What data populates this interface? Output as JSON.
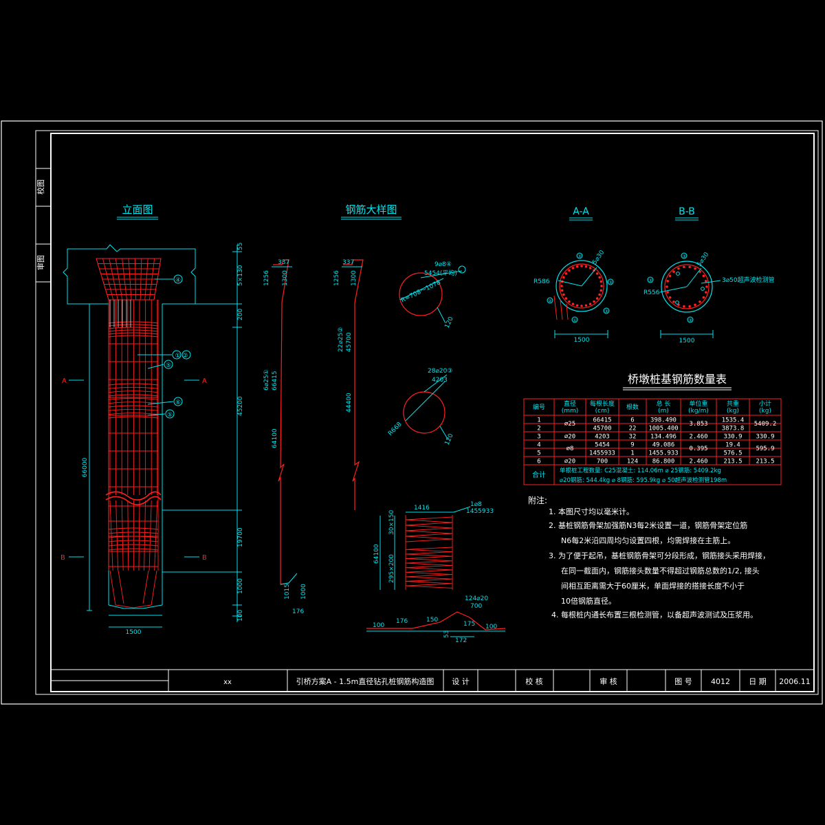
{
  "colors": {
    "background": "#000000",
    "frame": "#ffffff",
    "cyan": "#00e5ee",
    "rebar": "#ff2020",
    "note": "#ffffff",
    "table_line": "#ff2020",
    "table_text": "#ffffff"
  },
  "sidebar": {
    "top_label": "校图",
    "bottom_label": "审图"
  },
  "titles": {
    "elevation": "立面图",
    "rebar_detail": "钢筋大样图",
    "section_aa": "A-A",
    "section_bb": "B-B",
    "table_title": "桥墩桩基钢筋数量表"
  },
  "elevation": {
    "section_a_left": "A",
    "section_a_right": "A",
    "section_b_left": "B",
    "section_b_right": "B",
    "width_dim": "1500",
    "total_dim": "66000",
    "callout_4": "④",
    "callout_12": "① ②",
    "callout_5a": "⑤",
    "callout_6": "⑥",
    "callout_5b": "⑤",
    "dims_right": [
      "55",
      "5×130",
      "200",
      "45200",
      "19700",
      "1000",
      "100"
    ]
  },
  "bar1": {
    "dim_337": "337",
    "dim_1256": "1256",
    "dim_1300": "1300",
    "label": "6⌀25①",
    "length": "66415",
    "dim_64100": "64100",
    "dim_1015": "1015",
    "dim_1000": "1000",
    "dim_176": "176"
  },
  "bar2": {
    "dim_337": "337",
    "dim_1256": "1256",
    "dim_1300": "1300",
    "label": "22⌀25②",
    "length": "45700",
    "dim_44400": "44400"
  },
  "bar4": {
    "label": "9⌀8④",
    "length": "5454(平均)",
    "radius": "R=708～1078",
    "lap": "120"
  },
  "bar3": {
    "label": "28⌀20③",
    "length": "4203",
    "radius": "R668",
    "lap": "120"
  },
  "bar5": {
    "label": "1⌀8",
    "length": "1455933",
    "dim_1416": "1416",
    "dim_top": "30×150",
    "dim_64100": "64100",
    "dim_bottom": "295×200"
  },
  "bar6": {
    "label": "124⌀20",
    "length": "700",
    "dims": [
      "100",
      "176",
      "150",
      "175",
      "100"
    ],
    "dim_53": "53",
    "dim_172": "172"
  },
  "section_aa": {
    "radius": "R586",
    "width": "1500",
    "bars": "5⌀30",
    "callouts": [
      "③",
      "③",
      "③",
      "①",
      "②"
    ]
  },
  "section_bb": {
    "radius": "R556",
    "width": "1500",
    "bars": "5⌀30",
    "pipe_label": "3⌀50超声波检测管",
    "callouts": [
      "③",
      "③",
      "③"
    ]
  },
  "table": {
    "headers": [
      "编号",
      "直径\n(mm)",
      "每根长度\n(cm)",
      "根数",
      "总 长\n(m)",
      "单位重\n(kg/m)",
      "共重\n(kg)",
      "小计\n(kg)"
    ],
    "rows": [
      [
        "1",
        "⌀25",
        "66415",
        "6",
        "398.490",
        "3.853",
        "1535.4",
        "5409.2"
      ],
      [
        "2",
        "",
        "45700",
        "22",
        "1005.400",
        "",
        "3873.8",
        ""
      ],
      [
        "3",
        "⌀20",
        "4203",
        "32",
        "134.496",
        "2.460",
        "330.9",
        "330.9"
      ],
      [
        "4",
        "⌀8",
        "5454",
        "9",
        "49.086",
        "0.395",
        "19.4",
        "595.9"
      ],
      [
        "5",
        "",
        "1455933",
        "1",
        "1455.933",
        "",
        "576.5",
        ""
      ],
      [
        "6",
        "⌀20",
        "700",
        "124",
        "86.800",
        "2.460",
        "213.5",
        "213.5"
      ]
    ],
    "sum_label": "合计",
    "sum_line1": "单根桩工程数量: C25混凝土: 114.06m   ⌀ 25钢筋: 5409.2kg",
    "sum_line2": "⌀20钢筋: 544.4kg   ⌀ 8钢筋: 595.9kg   ⌀ 50超声波检测管198m"
  },
  "notes": {
    "title": "附注:",
    "items": [
      "1.  本图尺寸均以毫米计。",
      "2.  基桩钢筋骨架加强筋N3每2米设置一道，钢筋骨架定位筋",
      "N6每2米沿四周均匀设置四根，均需焊接在主筋上。",
      "3.  为了便于起吊，基桩钢筋骨架可分段形成，钢筋接头采用焊接，",
      "在同一截面内，钢筋接头数量不得超过钢筋总数的1/2, 接头",
      "间相互距离需大于60厘米，单面焊接的搭接长度不小于",
      "10倍钢筋直径。",
      "4.  每根桩内通长布置三根检测管，以备超声波测试及压浆用。"
    ]
  },
  "title_block": {
    "company": "xx",
    "drawing_title": "引桥方案A - 1.5m直径钻孔桩钢筋构造图",
    "design_label": "设 计",
    "check_label": "校 核",
    "review_label": "审 核",
    "drawing_no_label": "图 号",
    "drawing_no": "4012",
    "date_label": "日 期",
    "date": "2006.11"
  }
}
